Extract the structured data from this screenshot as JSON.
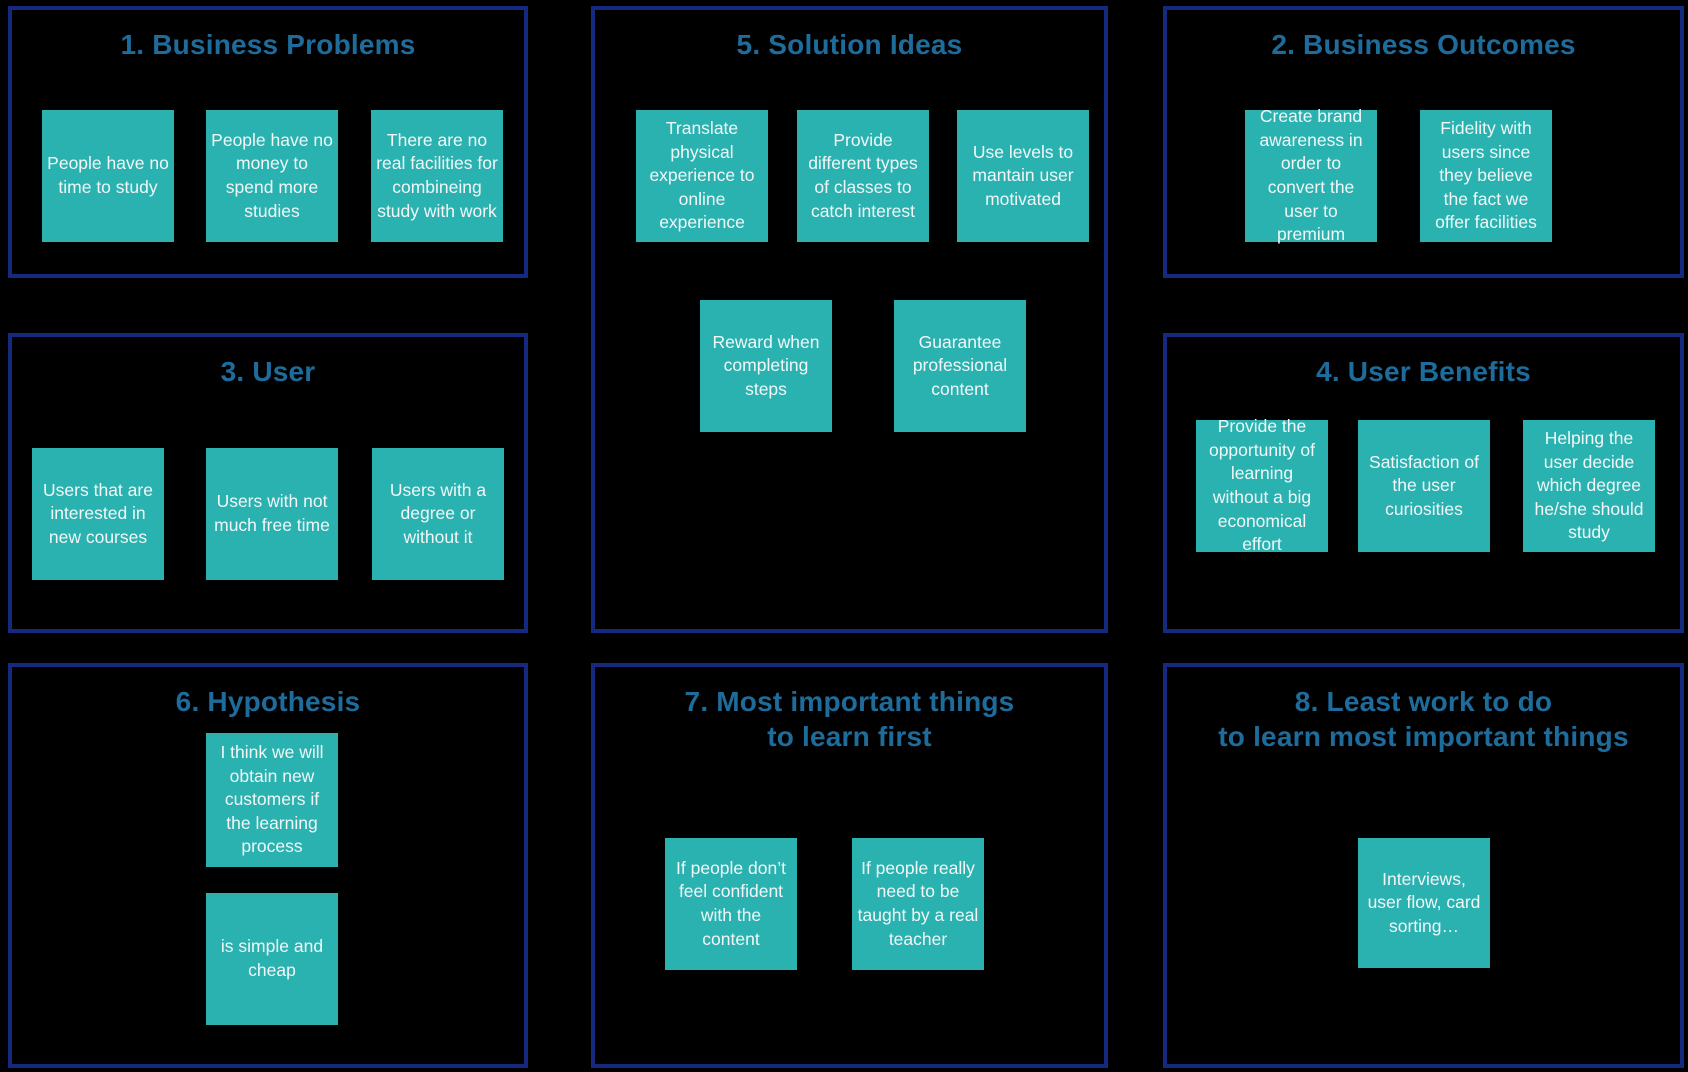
{
  "board": {
    "background_color": "#000000",
    "panel_border_color": "#15297E",
    "title_color": "#1E6C9C",
    "note_color": "#2AB2B1",
    "note_text_color": "#F1F7F7"
  },
  "sections": {
    "business_problems": {
      "title": "1. Business Problems",
      "notes": [
        "People have no time to study",
        "People have no money to spend more studies",
        "There are no real facilities for combineing study with work"
      ]
    },
    "business_outcomes": {
      "title": "2. Business Outcomes",
      "notes": [
        "Create brand awareness in order to convert the user to premium",
        "Fidelity with users since they believe the fact we offer facilities"
      ]
    },
    "user": {
      "title": "3. User",
      "notes": [
        "Users that are interested in new courses",
        "Users with not much free time",
        "Users with a degree or without it"
      ]
    },
    "user_benefits": {
      "title": "4. User Benefits",
      "notes": [
        "Provide the opportunity of learning without a big economical effort",
        "Satisfaction of the user curiosities",
        "Helping the user decide which degree he/she should study"
      ]
    },
    "solution_ideas": {
      "title": "5. Solution Ideas",
      "notes": [
        "Translate physical experience to online experience",
        "Provide different types of classes to catch interest",
        "Use levels to mantain user motivated",
        "Reward when completing steps",
        "Guarantee professional content"
      ]
    },
    "hypothesis": {
      "title": "6. Hypothesis",
      "notes": [
        "I think we will obtain new customers if the learning process",
        "is simple and cheap"
      ]
    },
    "most_important_things": {
      "title": "7. Most important things\nto learn first",
      "notes": [
        "If people don’t feel confident with the content",
        "If people really need to be taught by a real teacher"
      ]
    },
    "least_work_to_do": {
      "title": "8. Least work to do\nto learn most important things",
      "notes": [
        "Interviews, user flow, card sorting…"
      ]
    }
  }
}
